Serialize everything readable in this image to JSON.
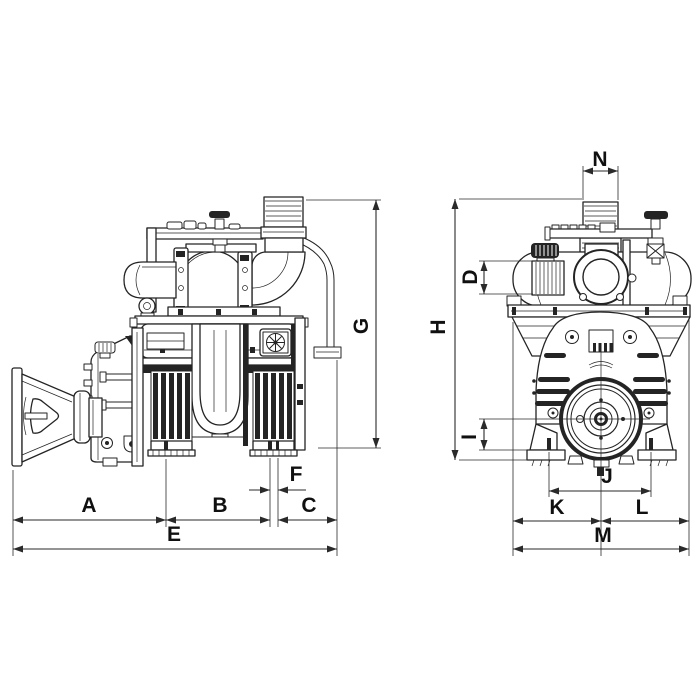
{
  "colors": {
    "background": "#ffffff",
    "ink": "#242424",
    "label": "#101010"
  },
  "views": {
    "side_view": {
      "dimension_letters": [
        "A",
        "B",
        "C",
        "E",
        "F",
        "G"
      ]
    },
    "front_view": {
      "dimension_letters": [
        "D",
        "H",
        "I",
        "J",
        "K",
        "L",
        "M",
        "N"
      ]
    }
  },
  "dimension_labels": {
    "a": "A",
    "b": "B",
    "c": "C",
    "d": "D",
    "e": "E",
    "f": "F",
    "g": "G",
    "h": "H",
    "i": "I",
    "j": "J",
    "k": "K",
    "l": "L",
    "m": "M",
    "n": "N"
  }
}
